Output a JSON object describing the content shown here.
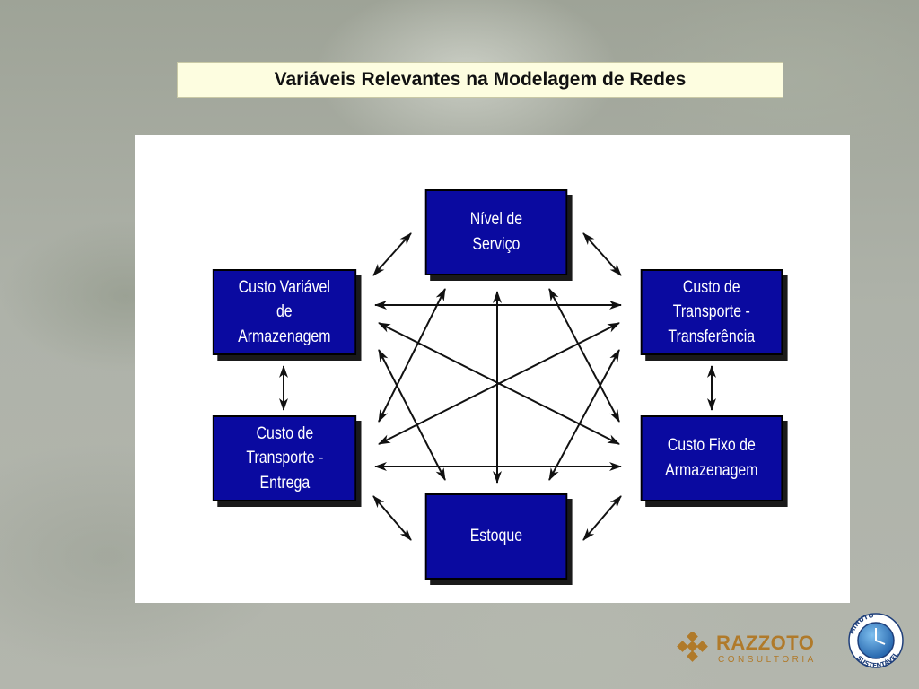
{
  "title": "Variáveis Relevantes na Modelagem de Redes",
  "nodes": {
    "nivel_servico": "Nível de\nServiço",
    "custo_variavel_armazenagem": "Custo Variável\nde\nArmazenagem",
    "custo_transporte_transferencia": "Custo de\nTransporte -\nTransferência",
    "custo_transporte_entrega": "Custo de\nTransporte -\nEntrega",
    "custo_fixo_armazenagem": "Custo Fixo de\nArmazenagem",
    "estoque": "Estoque"
  },
  "colors": {
    "node_fill": "#0a0aa0",
    "node_text": "#ffffff",
    "title_bg": "#fdfde0",
    "logo": "#b07a2a",
    "badge": "#1f5fa8"
  },
  "logo": {
    "name": "RAZZOTO",
    "subtitle": "CONSULTORIA"
  },
  "badge": {
    "top_text": "MINUTO",
    "bottom_text": "SUSTENTÁVEL",
    "icon": "clock-globe-icon"
  }
}
